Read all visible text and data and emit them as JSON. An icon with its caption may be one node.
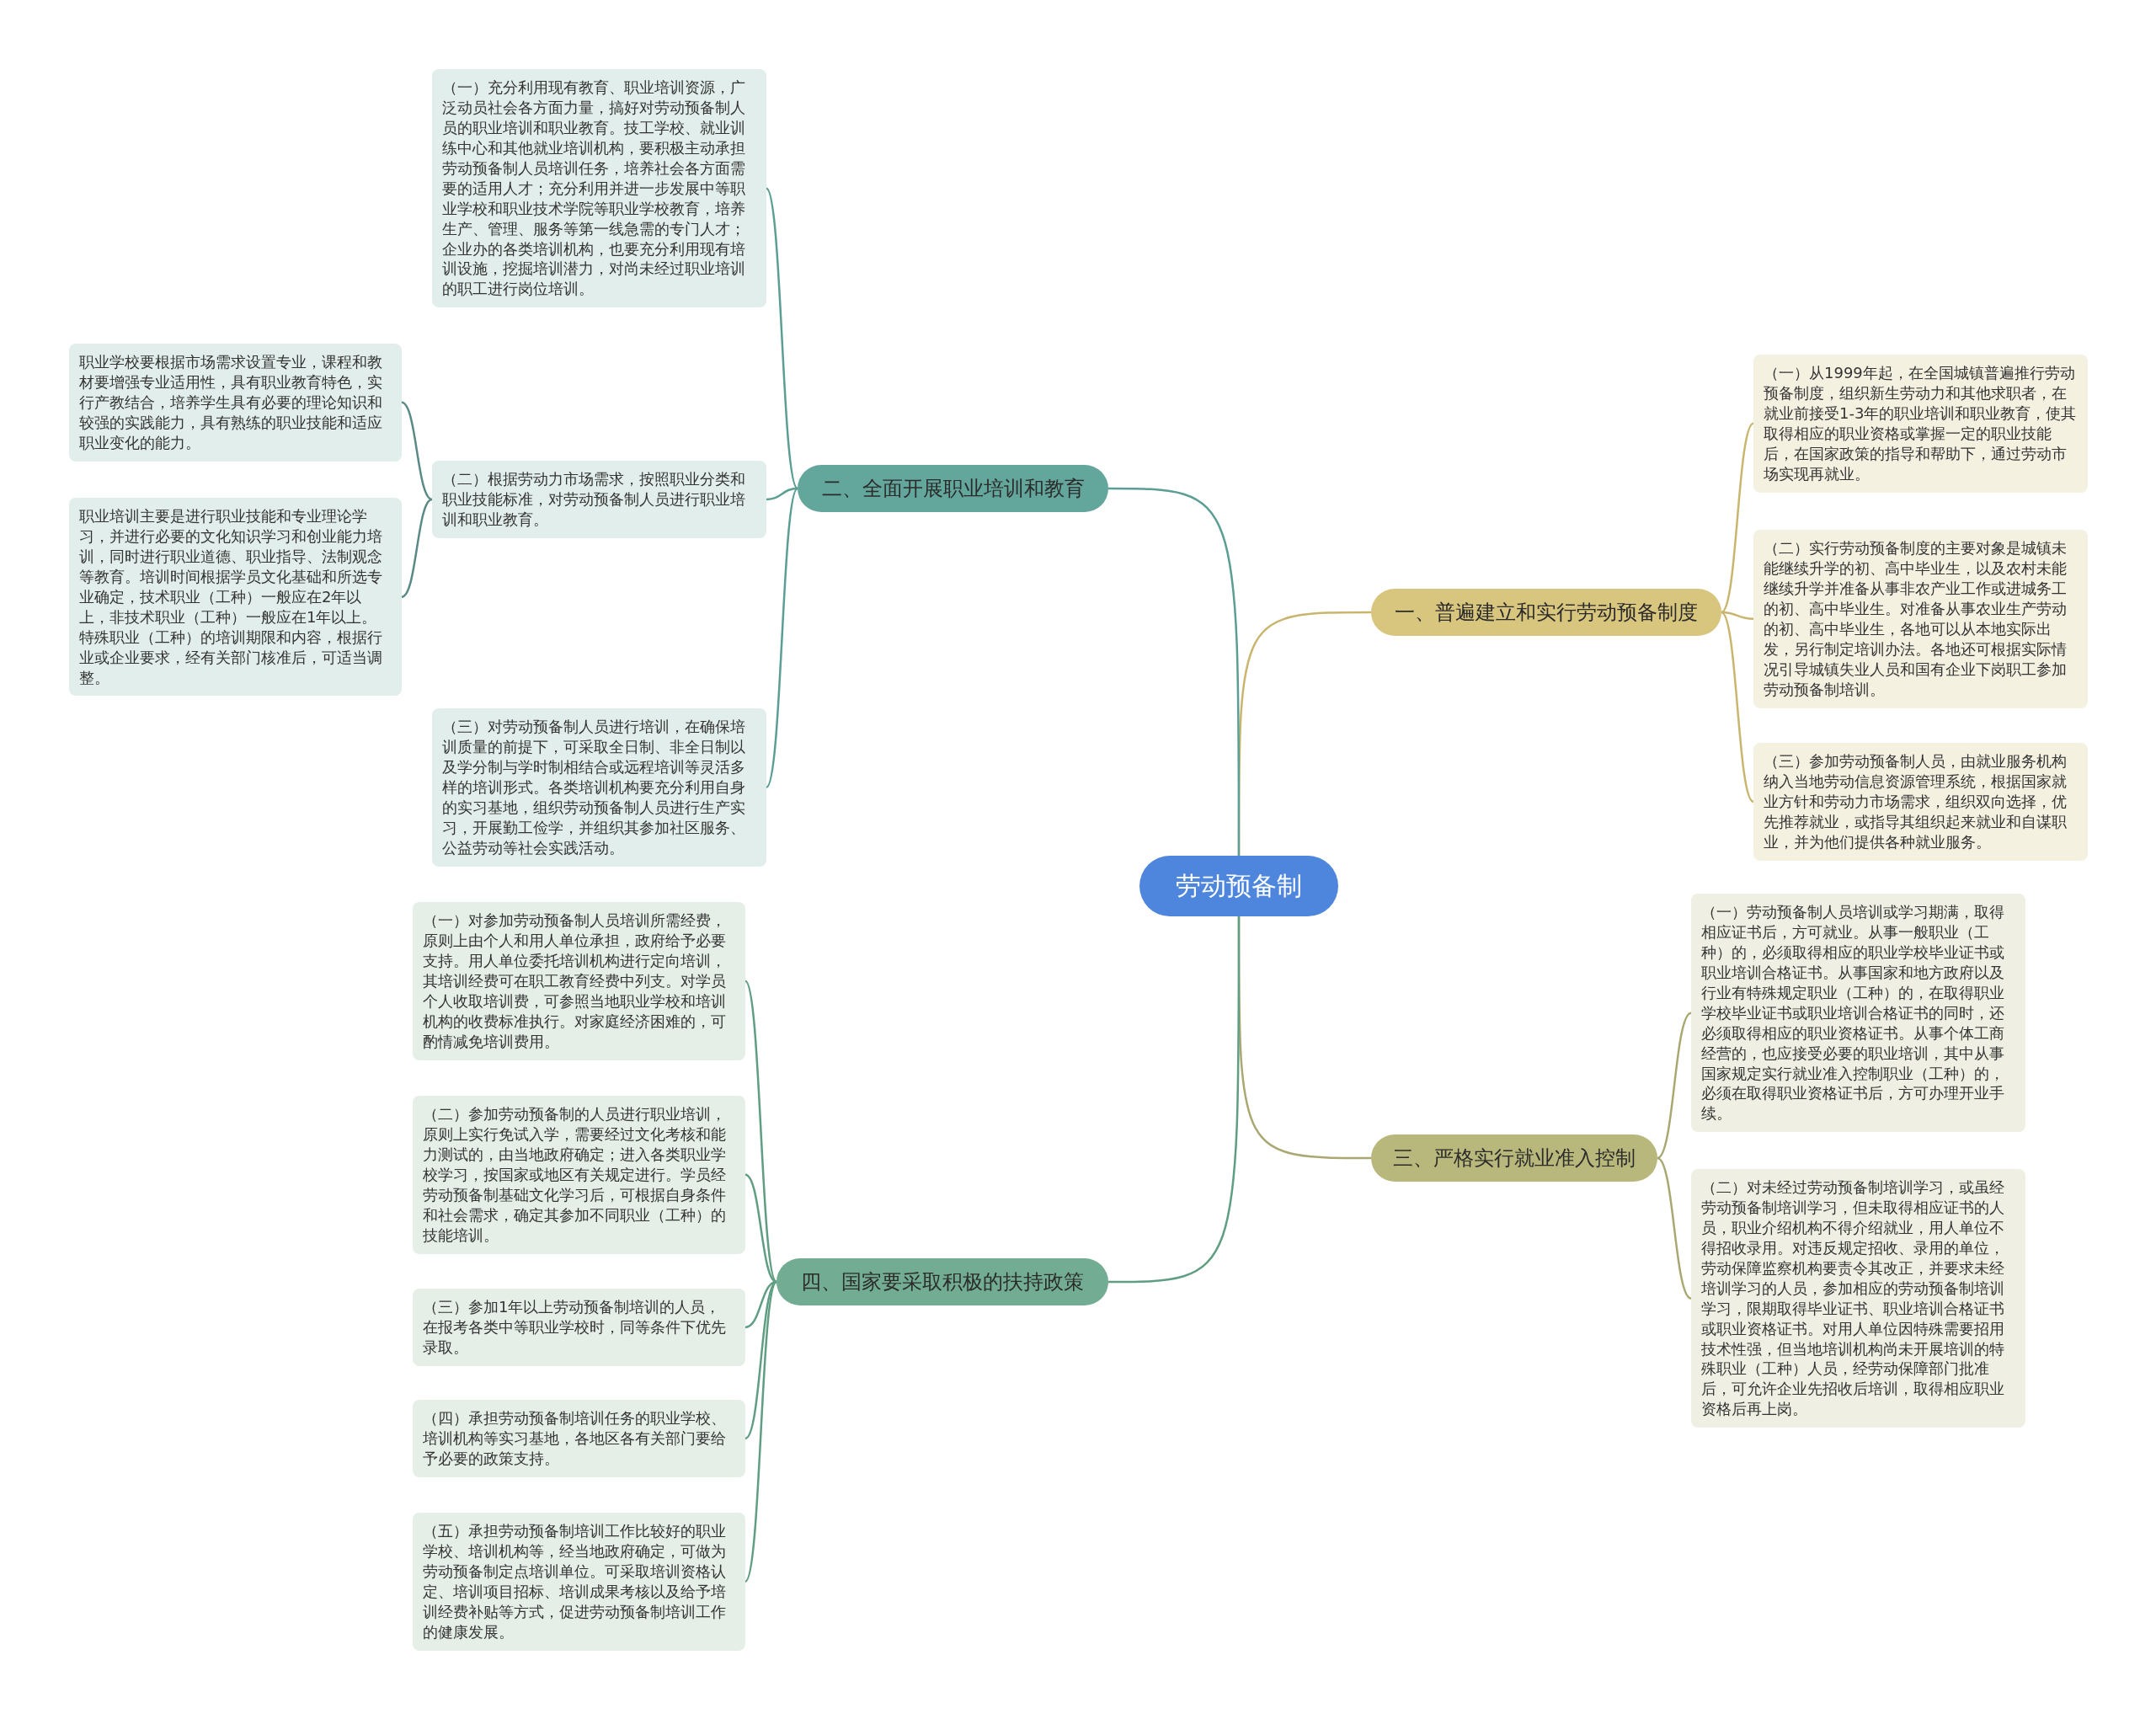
{
  "diagram": {
    "nodes": [
      {
        "text": [
          "劳动预备制"
        ]
      },
      {
        "text": [
          "一、普遍建立和实行劳动预备制度"
        ]
      },
      {
        "text": [
          "（一）从1999年起，在全国城镇普遍推行劳动预备制度，组织新生劳动力和其他求职者，在就业前接受1-3年的职业培训和职业教育，使其取得相应的职业资格或掌握一定的职业技能后，在国家政策的指导和帮助下，通过劳动市场实现再就业。"
        ]
      },
      {
        "text": [
          "（二）实行劳动预备制度的主要对象是城镇未能继续升学的初、高中毕业生，以及农村未能继续升学并准备从事非农产业工作或进城务工的初、高中毕业生。对准备从事农业生产劳动的初、高中毕业生，各地可以从本地实际出发，另行制定培训办法。各地还可根据实际情况引导城镇失业人员和国有企业下岗职工参加劳动预备制培训。"
        ]
      },
      {
        "text": [
          "（三）参加劳动预备制人员，由就业服务机构纳入当地劳动信息资源管理系统，根据国家就业方针和劳动力市场需求，组织双向选择，优先推荐就业，或指导其组织起来就业和自谋职业，并为他们提供各种就业服务。"
        ]
      },
      {
        "text": [
          "二、全面开展职业培训和教育"
        ]
      },
      {
        "text": [
          "（一）充分利用现有教育、职业培训资源，广泛动员社会各方面力量，搞好对劳动预备制人员的职业培训和职业教育。技工学校、就业训练中心和其他就业培训机构，要积极主动承担劳动预备制人员培训任务，培养社会各方面需要的适用人才；充分利用并进一步发展中等职业学校和职业技术学院等职业学校教育，培养生产、管理、服务等第一线急需的专门人才；企业办的各类培训机构，也要充分利用现有培训设施，挖掘培训潜力，对尚未经过职业培训的职工进行岗位培训。"
        ]
      },
      {
        "text": [
          "（二）根据劳动力市场需求，按照职业分类和职业技能标准，对劳动预备制人员进行职业培训和职业教育。"
        ]
      },
      {
        "text": [
          "职业学校要根据市场需求设置专业，课程和教材要增强专业适用性，具有职业教育特色，实行产教结合，培养学生具有必要的理论知识和较强的实践能力，具有熟练的职业技能和适应职业变化的能力。"
        ]
      },
      {
        "text": [
          "职业培训主要是进行职业技能和专业理论学习，并进行必要的文化知识学习和创业能力培训，同时进行职业道德、职业指导、法制观念等教育。培训时间根据学员文化基础和所选专业确定，技术职业（工种）一般应在2年以上，非技术职业（工种）一般应在1年以上。特殊职业（工种）的培训期限和内容，根据行业或企业要求，经有关部门核准后，可适当调整。"
        ]
      },
      {
        "text": [
          "（三）对劳动预备制人员进行培训，在确保培训质量的前提下，可采取全日制、非全日制以及学分制与学时制相结合或远程培训等灵活多样的培训形式。各类培训机构要充分利用自身的实习基地，组织劳动预备制人员进行生产实习，开展勤工俭学，并组织其参加社区服务、公益劳动等社会实践活动。"
        ]
      },
      {
        "text": [
          "三、严格实行就业准入控制"
        ]
      },
      {
        "text": [
          "（一）劳动预备制人员培训或学习期满，取得相应证书后，方可就业。从事一般职业（工种）的，必须取得相应的职业学校毕业证书或职业培训合格证书。从事国家和地方政府以及行业有特殊规定职业（工种）的，在取得职业学校毕业证书或职业培训合格证书的同时，还必须取得相应的职业资格证书。从事个体工商经营的，也应接受必要的职业培训，其中从事国家规定实行就业准入控制职业（工种）的，必须在取得职业资格证书后，方可办理开业手续。"
        ]
      },
      {
        "text": [
          "（二）对未经过劳动预备制培训学习，或虽经劳动预备制培训学习，但未取得相应证书的人员，职业介绍机构不得介绍就业，用人单位不得招收录用。对违反规定招收、录用的单位，劳动保障监察机构要责令其改正，并要求未经培训学习的人员，参加相应的劳动预备制培训学习，限期取得毕业证书、职业培训合格证书或职业资格证书。对用人单位因特殊需要招用技术性强，但当地培训机构尚未开展培训的特殊职业（工种）人员，经劳动保障部门批准后，可允许企业先招收后培训，取得相应职业资格后再上岗。"
        ]
      },
      {
        "text": [
          "四、国家要采取积极的扶持政策"
        ]
      },
      {
        "text": [
          "（一）对参加劳动预备制人员培训所需经费，原则上由个人和用人单位承担，政府给予必要支持。用人单位委托培训机构进行定向培训，其培训经费可在职工教育经费中列支。对学员个人收取培训费，可参照当地职业学校和培训机构的收费标准执行。对家庭经济困难的，可酌情减免培训费用。"
        ]
      },
      {
        "text": [
          "（二）参加劳动预备制的人员进行职业培训，原则上实行免试入学，需要经过文化考核和能力测试的，由当地政府确定；进入各类职业学校学习，按国家或地区有关规定进行。学员经劳动预备制基础文化学习后，可根据自身条件和社会需求，确定其参加不同职业（工种）的技能培训。"
        ]
      },
      {
        "text": [
          "（三）参加1年以上劳动预备制培训的人员，在报考各类中等职业学校时，同等条件下优先录取。"
        ]
      },
      {
        "text": [
          "（四）承担劳动预备制培训任务的职业学校、培训机构等实习基地，各地区各有关部门要给予必要的政策支持。"
        ]
      },
      {
        "text": [
          "（五）承担劳动预备制培训工作比较好的职业学校、培训机构等，经当地政府确定，可做为劳动预备制定点培训单位。可采取培训资格认定、培训项目招标、培训成果考核以及给予培训经费补贴等方式，促进劳动预备制培训工作的健康发展。"
        ]
      }
    ],
    "edges": [
      {
        "from": 0,
        "to": 1,
        "arrow": "none",
        "color": "#c9b66e"
      },
      {
        "from": 0,
        "to": 5,
        "arrow": "none",
        "color": "#5a9e94"
      },
      {
        "from": 0,
        "to": 11,
        "arrow": "none",
        "color": "#a9a872"
      },
      {
        "from": 0,
        "to": 14,
        "arrow": "none",
        "color": "#5f9e83"
      },
      {
        "from": 1,
        "to": 2,
        "arrow": "none",
        "color": "#c9b66e"
      },
      {
        "from": 1,
        "to": 3,
        "arrow": "none",
        "color": "#c9b66e"
      },
      {
        "from": 1,
        "to": 4,
        "arrow": "none",
        "color": "#c9b66e"
      },
      {
        "from": 5,
        "to": 6,
        "arrow": "none",
        "color": "#5a9e94"
      },
      {
        "from": 5,
        "to": 7,
        "arrow": "none",
        "color": "#5a9e94"
      },
      {
        "from": 5,
        "to": 10,
        "arrow": "none",
        "color": "#5a9e94"
      },
      {
        "from": 7,
        "to": 8,
        "arrow": "none",
        "color": "#5a8a86"
      },
      {
        "from": 7,
        "to": 9,
        "arrow": "none",
        "color": "#5a8a86"
      },
      {
        "from": 11,
        "to": 12,
        "arrow": "none",
        "color": "#a9a872"
      },
      {
        "from": 11,
        "to": 13,
        "arrow": "none",
        "color": "#a9a872"
      },
      {
        "from": 14,
        "to": 15,
        "arrow": "none",
        "color": "#5f9e83"
      },
      {
        "from": 14,
        "to": 16,
        "arrow": "none",
        "color": "#5f9e83"
      },
      {
        "from": 14,
        "to": 17,
        "arrow": "none",
        "color": "#5f9e83"
      },
      {
        "from": 14,
        "to": 18,
        "arrow": "none",
        "color": "#5f9e83"
      },
      {
        "from": 14,
        "to": 19,
        "arrow": "none",
        "color": "#5f9e83"
      }
    ]
  }
}
